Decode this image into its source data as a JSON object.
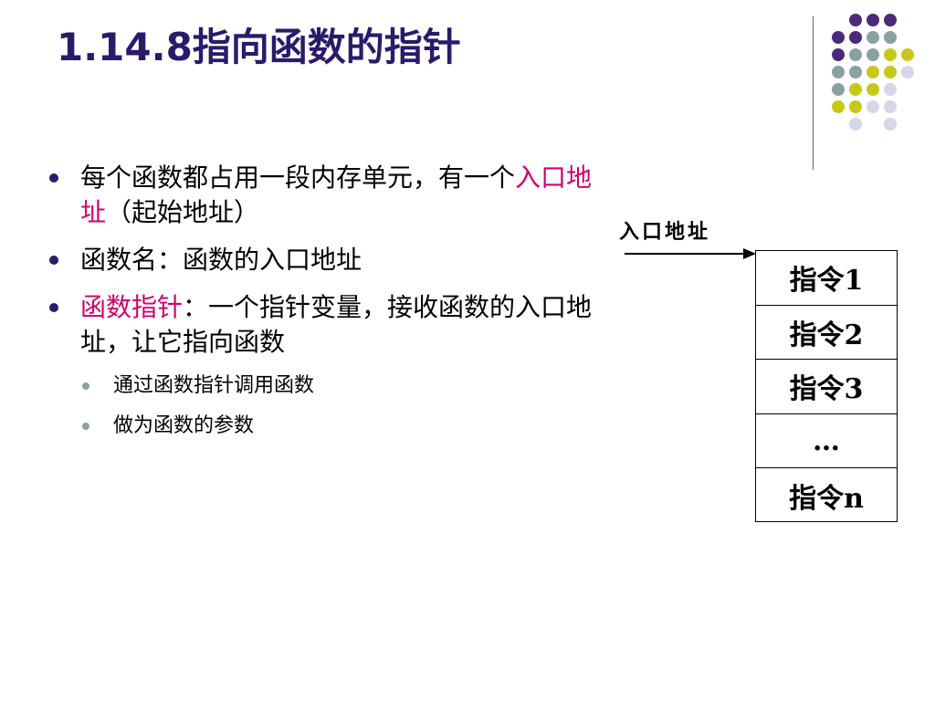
{
  "title": "1.14.8指向函数的指针",
  "bullets": [
    {
      "parts": [
        {
          "text": "每个函数都占用一段内存单元，有一个",
          "highlight": false
        },
        {
          "text": "入口地址",
          "highlight": true
        },
        {
          "text": "（起始地址）",
          "highlight": false
        }
      ]
    },
    {
      "parts": [
        {
          "text": "函数名：函数的入口地址",
          "highlight": false
        }
      ]
    },
    {
      "parts": [
        {
          "text": "函数指针",
          "highlight": true
        },
        {
          "text": "：一个指针变量，接收函数的入口地址，让它指向函数",
          "highlight": false
        }
      ],
      "sub": [
        "通过函数指针调用函数",
        "做为函数的参数"
      ]
    }
  ],
  "diagram": {
    "entry_label": "入口地址",
    "instructions": [
      "指令1",
      "指令2",
      "指令3",
      "…",
      "指令n"
    ]
  },
  "colors": {
    "title": "#2b1a6b",
    "highlight": "#d0006f",
    "dot_purple": "#4b2a7b",
    "dot_teal": "#8aa1a4",
    "dot_yellow": "#c8c81a",
    "dot_lavender": "#d6d6e8"
  }
}
